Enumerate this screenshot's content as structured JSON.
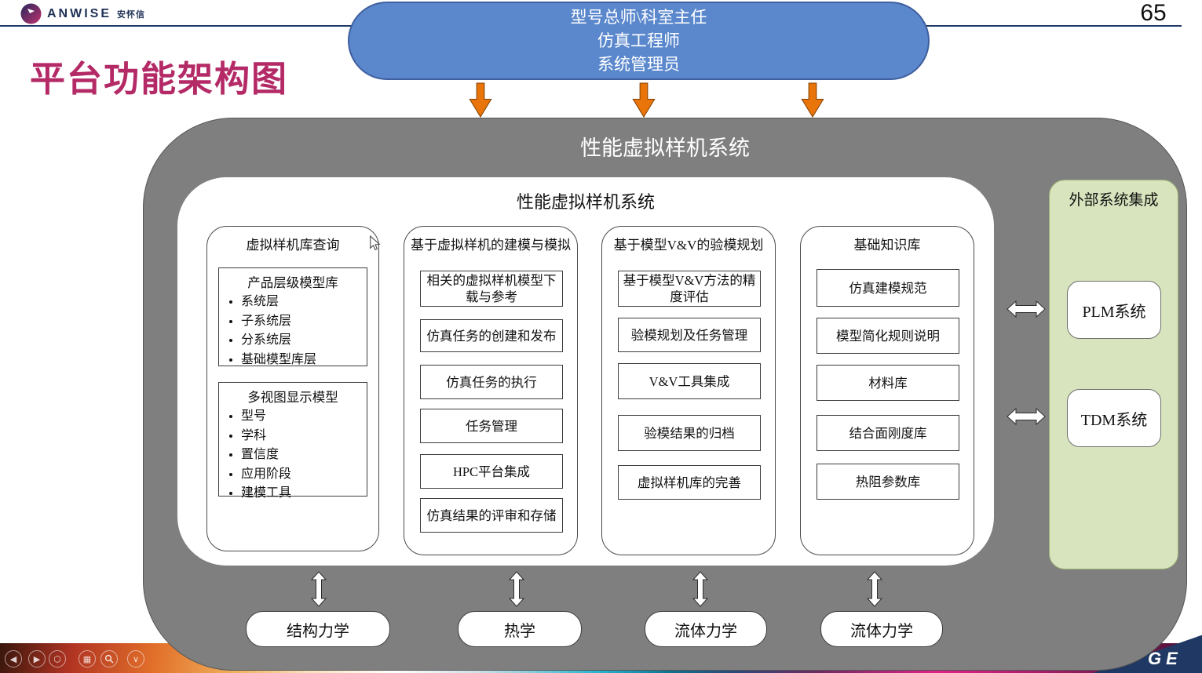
{
  "page": {
    "number": "65",
    "title": "平台功能架构图",
    "brand": {
      "name": "ANWISE",
      "cn": "安怀信"
    },
    "footer_text": "GE"
  },
  "roles": {
    "lines": [
      "型号总师\\科室主任",
      "仿真工程师",
      "系统管理员"
    ]
  },
  "outer": {
    "title": "性能虚拟样机系统"
  },
  "inner": {
    "title": "性能虚拟样机系统"
  },
  "columns": [
    {
      "title": "虚拟样机库查询",
      "groups": [
        {
          "title": "产品层级模型库",
          "bullets": [
            "系统层",
            "子系统层",
            "分系统层",
            "基础模型库层"
          ]
        },
        {
          "title": "多视图显示模型",
          "bullets": [
            "型号",
            "学科",
            "置信度",
            "应用阶段",
            "建模工具"
          ]
        }
      ]
    },
    {
      "title": "基于虚拟样机的建模与模拟",
      "items": [
        "相关的虚拟样机模型下载与参考",
        "仿真任务的创建和发布",
        "仿真任务的执行",
        "任务管理",
        "HPC平台集成",
        "仿真结果的评审和存储"
      ]
    },
    {
      "title": "基于模型V&V的验模规划",
      "items": [
        "基于模型V&V方法的精度评估",
        "验模规划及任务管理",
        "V&V工具集成",
        "验模结果的归档",
        "虚拟样机库的完善"
      ]
    },
    {
      "title": "基础知识库",
      "items": [
        "仿真建模规范",
        "模型简化规则说明",
        "材料库",
        "结合面刚度库",
        "热阻参数库"
      ]
    }
  ],
  "external": {
    "title": "外部系统集成",
    "systems": [
      "PLM系统",
      "TDM系统"
    ]
  },
  "disciplines": [
    "结构力学",
    "热学",
    "流体力学",
    "流体力学"
  ],
  "icons": {
    "strip": [
      "prev",
      "next",
      "hexagon",
      "grid",
      "search",
      "chevron-down"
    ],
    "flow": [
      "down-arrow",
      "double-arrow-horizontal",
      "double-arrow-vertical"
    ]
  },
  "colors": {
    "accent_blue": "#5b88cd",
    "panel_gray": "#7f7f7f",
    "panel_green": "#d7e4bd",
    "arrow_orange": "#e8740a",
    "line_navy": "#1f3864",
    "title_magenta": "#b42a66"
  }
}
